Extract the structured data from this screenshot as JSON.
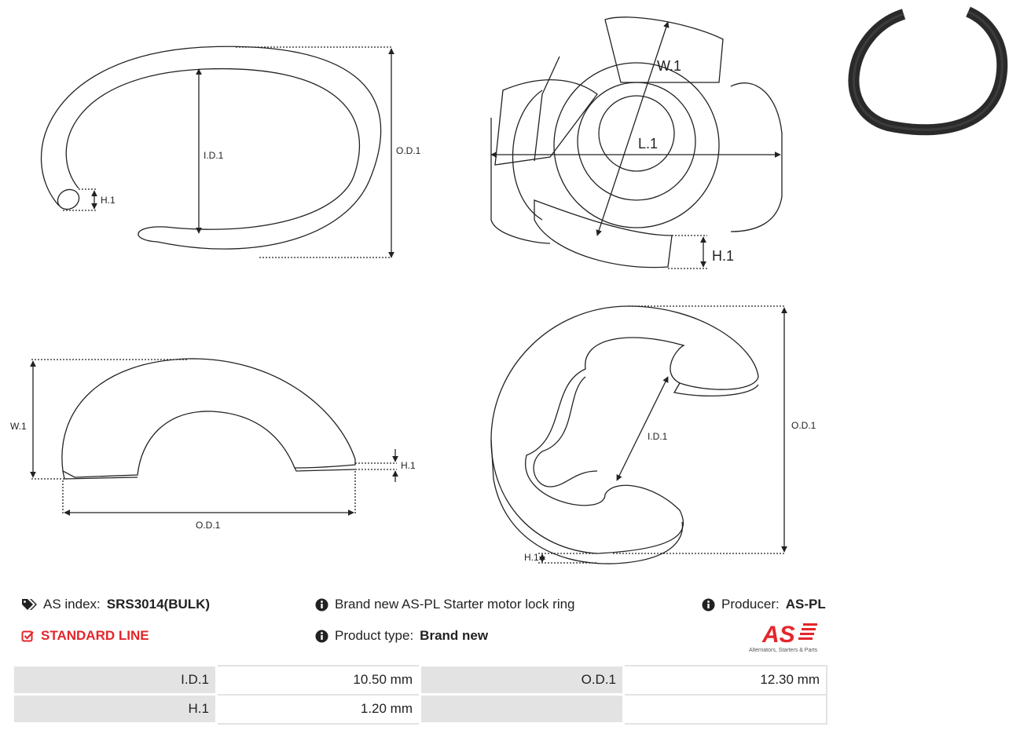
{
  "diagram_labels": {
    "id1": "I.D.1",
    "od1": "O.D.1",
    "h1": "H.1",
    "w1": "W.1",
    "l1": "L.1"
  },
  "info": {
    "as_index_label": "AS index:",
    "as_index_value": "SRS3014(BULK)",
    "description": "Brand new AS-PL Starter motor lock ring",
    "producer_label": "Producer:",
    "producer_value": "AS-PL",
    "line": "STANDARD LINE",
    "product_type_label": "Product type:",
    "product_type_value": "Brand new"
  },
  "logo": {
    "mark": "AS",
    "tagline": "Alternators, Starters & Parts",
    "color": "#e3262b"
  },
  "specs": [
    {
      "label1": "I.D.1",
      "value1": "10.50 mm",
      "label2": "O.D.1",
      "value2": "12.30 mm"
    },
    {
      "label1": "H.1",
      "value1": "1.20 mm",
      "label2": "",
      "value2": ""
    }
  ]
}
